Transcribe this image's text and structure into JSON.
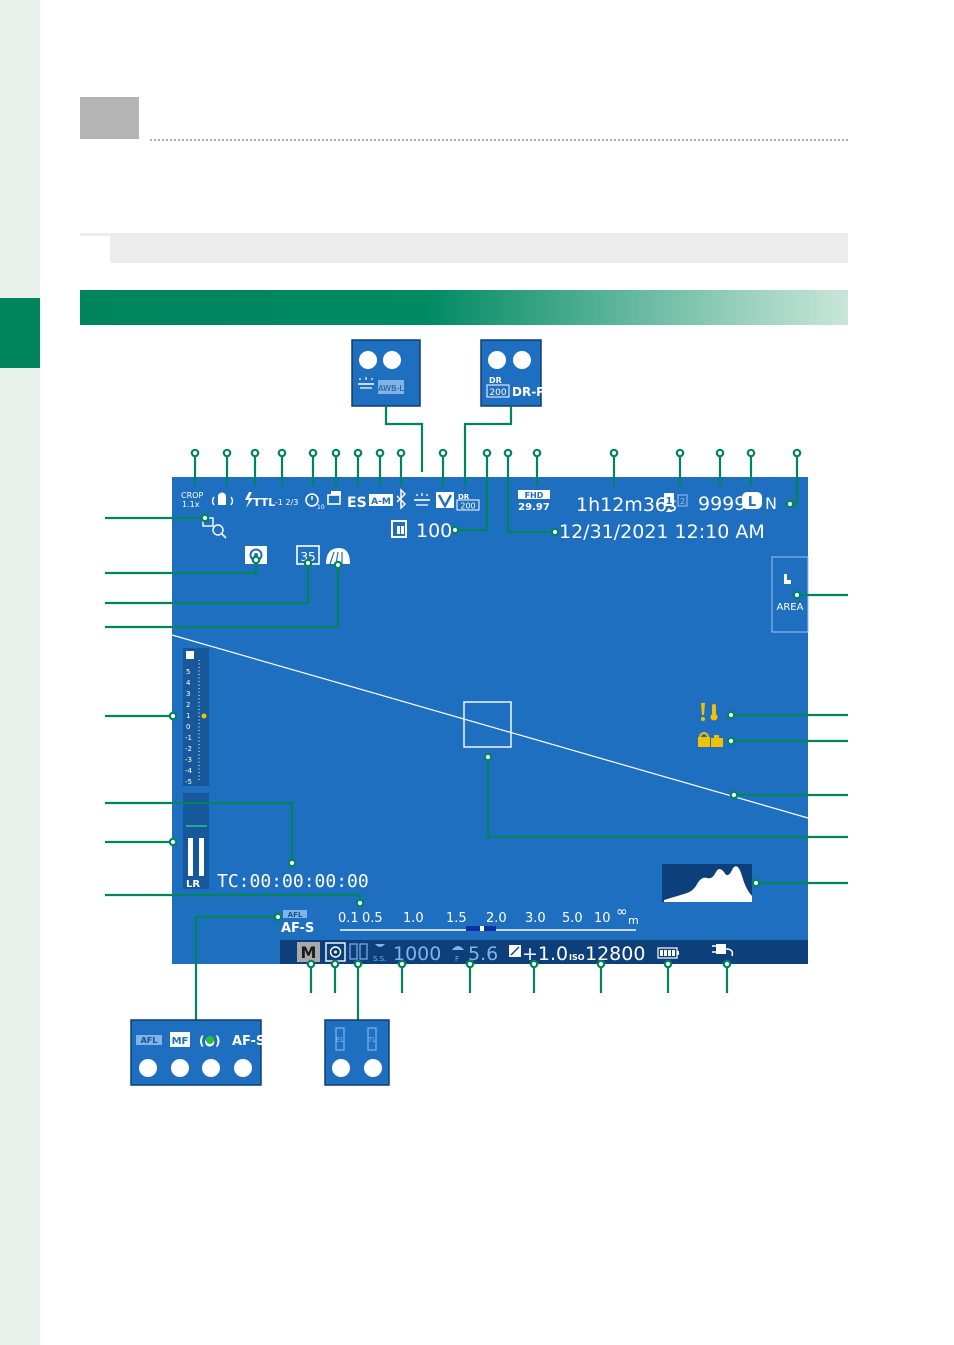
{
  "colors": {
    "accent_green": "#00845c",
    "screen_blue": "#1f6fc1",
    "callout_dot": "#ffffff"
  },
  "screen": {
    "crop": "CROP",
    "crop_value": "1.1x",
    "flash_mode": "TTL",
    "flash_comp": "-1 2/3",
    "shutter_type": "ES",
    "ev_mode": "A-M",
    "movie_mode": "FHD",
    "frame_rate": "29.97",
    "recording_time": "1h12m36s",
    "card_slot_1": "1",
    "card_slot_2": "2",
    "frames_remaining": "9999",
    "image_size": "L",
    "image_quality": "N",
    "dynamic_range_badge": "DR",
    "dynamic_range_value": "200",
    "sensitivity_badge": "100",
    "datetime": "12/31/2021 12:10 AM",
    "film_label": "35",
    "touch_area": "AREA",
    "timecode": "TC:00:00:00:00",
    "audio_lr": "LR",
    "exposure_scale": [
      "5",
      "4",
      "3",
      "2",
      "1",
      "0",
      "-1",
      "-2",
      "-3",
      "-4",
      "-5"
    ],
    "distance_ticks": [
      "0.1",
      "0.5",
      "1.0",
      "1.5",
      "2.0",
      "3.0",
      "5.0",
      "10",
      "∞",
      "m"
    ],
    "afl": "AFL",
    "focus_mode": "AF-S",
    "exposure_mode": "M",
    "shutter_speed_label": "S.S.",
    "shutter_speed": "1000",
    "aperture_label": "F",
    "aperture": "5.6",
    "exp_comp": "+1.0",
    "iso_label": "ISO",
    "iso": "12800"
  },
  "callouts": {
    "white_balance": {
      "label": "AWB-L"
    },
    "dynamic_range": {
      "dr_label": "DR",
      "dr_value": "200",
      "drp": "DR-P"
    },
    "focus_indicators": {
      "items": [
        "AFL",
        "MF",
        "(●)",
        "AF-S"
      ]
    },
    "lock_indicators": {
      "items": [
        "EL",
        "TL"
      ]
    }
  }
}
